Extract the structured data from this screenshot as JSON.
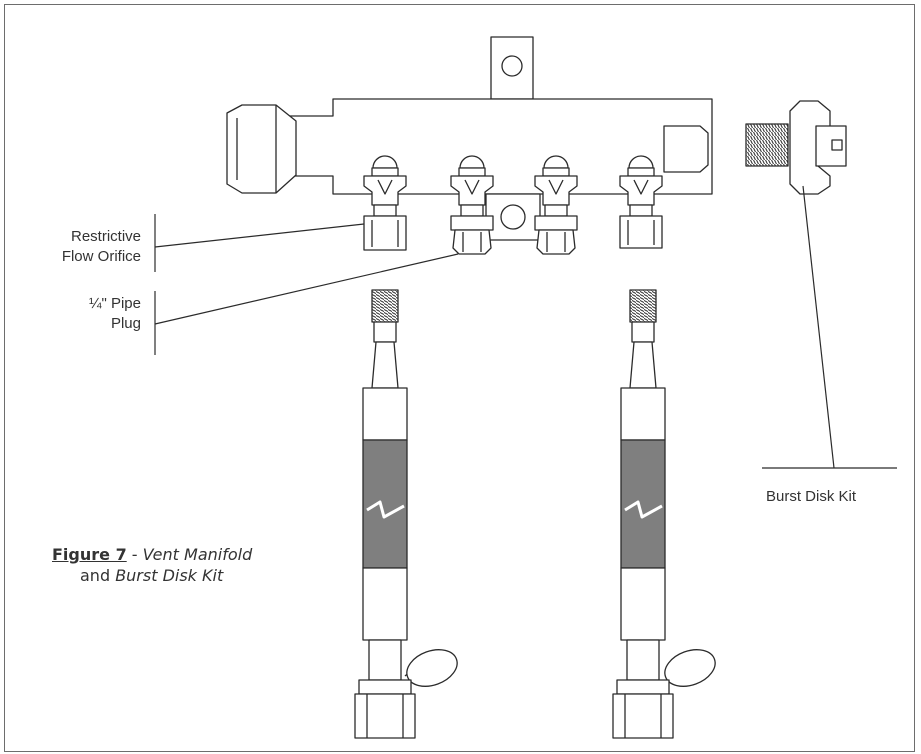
{
  "labels": {
    "restrictive_orifice_line1": "Restrictive",
    "restrictive_orifice_line2": "Flow Orifice",
    "pipe_plug_line1": "¼\" Pipe",
    "pipe_plug_line2": "Plug",
    "burst_disk_kit": "Burst Disk Kit"
  },
  "caption": {
    "figure": "Figure 7",
    "dash": " - ",
    "part1": "Vent Manifold",
    "and": "and ",
    "part2": "Burst Disk Kit"
  },
  "colors": {
    "line": "#2b2b2b",
    "hose_fill": "#7f7f7f",
    "frame": "#6d6d6d"
  }
}
